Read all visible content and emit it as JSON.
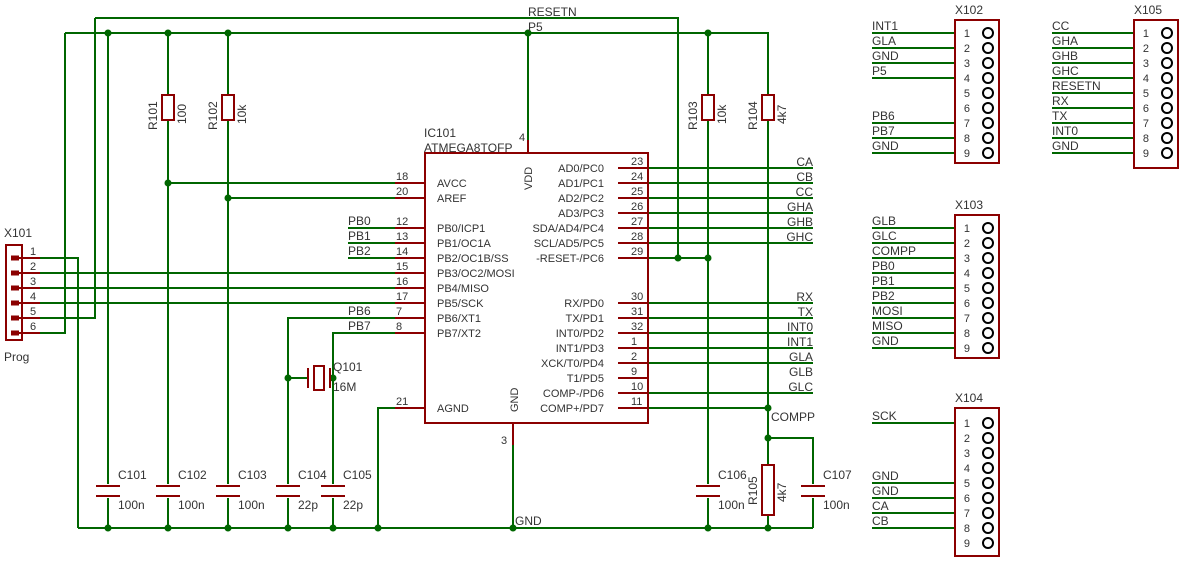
{
  "nets": {
    "resetn": "RESETN",
    "p5": "P5",
    "gnd": "GND",
    "compp": "COMPP",
    "ca": "CA",
    "cb": "CB",
    "cc": "CC",
    "gha": "GHA",
    "ghb": "GHB",
    "ghc": "GHC",
    "rx": "RX",
    "tx": "TX",
    "int0": "INT0",
    "int1": "INT1",
    "gla": "GLA",
    "glb": "GLB",
    "glc": "GLC",
    "pb0": "PB0",
    "pb1": "PB1",
    "pb2": "PB2",
    "pb6": "PB6",
    "pb7": "PB7"
  },
  "ic": {
    "name": "IC101",
    "value": "ATMEGA8TQFP",
    "vdd_num": "4",
    "vdd_label": "VDD",
    "gnd_num": "3",
    "gnd_label": "GND",
    "left_pins": [
      {
        "num": "18",
        "name": "AVCC"
      },
      {
        "num": "20",
        "name": "AREF"
      },
      {
        "num": "12",
        "name": "PB0/ICP1"
      },
      {
        "num": "13",
        "name": "PB1/OC1A"
      },
      {
        "num": "14",
        "name": "PB2/OC1B/SS"
      },
      {
        "num": "15",
        "name": "PB3/OC2/MOSI"
      },
      {
        "num": "16",
        "name": "PB4/MISO"
      },
      {
        "num": "17",
        "name": "PB5/SCK"
      },
      {
        "num": "7",
        "name": "PB6/XT1"
      },
      {
        "num": "8",
        "name": "PB7/XT2"
      },
      {
        "num": "21",
        "name": "AGND"
      }
    ],
    "right_pins": [
      {
        "num": "23",
        "name": "AD0/PC0"
      },
      {
        "num": "24",
        "name": "AD1/PC1"
      },
      {
        "num": "25",
        "name": "AD2/PC2"
      },
      {
        "num": "26",
        "name": "AD3/PC3"
      },
      {
        "num": "27",
        "name": "SDA/AD4/PC4"
      },
      {
        "num": "28",
        "name": "SCL/AD5/PC5"
      },
      {
        "num": "29",
        "name": "-RESET-/PC6"
      },
      {
        "num": "30",
        "name": "RX/PD0"
      },
      {
        "num": "31",
        "name": "TX/PD1"
      },
      {
        "num": "32",
        "name": "INT0/PD2"
      },
      {
        "num": "1",
        "name": "INT1/PD3"
      },
      {
        "num": "2",
        "name": "XCK/T0/PD4"
      },
      {
        "num": "9",
        "name": "T1/PD5"
      },
      {
        "num": "10",
        "name": "COMP-/PD6"
      },
      {
        "num": "11",
        "name": "COMP+/PD7"
      }
    ]
  },
  "resistors": [
    {
      "name": "R101",
      "value": "100"
    },
    {
      "name": "R102",
      "value": "10k"
    },
    {
      "name": "R103",
      "value": "10k"
    },
    {
      "name": "R104",
      "value": "4k7"
    },
    {
      "name": "R105",
      "value": "4k7"
    }
  ],
  "capacitors": [
    {
      "name": "C101",
      "value": "100n"
    },
    {
      "name": "C102",
      "value": "100n"
    },
    {
      "name": "C103",
      "value": "100n"
    },
    {
      "name": "C104",
      "value": "22p"
    },
    {
      "name": "C105",
      "value": "22p"
    },
    {
      "name": "C106",
      "value": "100n"
    },
    {
      "name": "C107",
      "value": "100n"
    }
  ],
  "crystal": {
    "name": "Q101",
    "value": "16M"
  },
  "prog_header": {
    "name": "X101",
    "caption": "Prog",
    "pins": [
      "1",
      "2",
      "3",
      "4",
      "5",
      "6"
    ]
  },
  "headers": [
    {
      "name": "X102",
      "pins": [
        "1",
        "2",
        "3",
        "4",
        "5",
        "6",
        "7",
        "8",
        "9"
      ],
      "labels": [
        "INT1",
        "GLA",
        "GND",
        "P5",
        "",
        "",
        "PB6",
        "PB7",
        "GND"
      ]
    },
    {
      "name": "X103",
      "pins": [
        "1",
        "2",
        "3",
        "4",
        "5",
        "6",
        "7",
        "8",
        "9"
      ],
      "labels": [
        "GLB",
        "GLC",
        "COMPP",
        "PB0",
        "PB1",
        "PB2",
        "MOSI",
        "MISO",
        "GND"
      ]
    },
    {
      "name": "X104",
      "pins": [
        "1",
        "2",
        "3",
        "4",
        "5",
        "6",
        "7",
        "8",
        "9"
      ],
      "labels": [
        "SCK",
        "",
        "",
        "",
        "GND",
        "GND",
        "CA",
        "CB",
        ""
      ]
    },
    {
      "name": "X105",
      "pins": [
        "1",
        "2",
        "3",
        "4",
        "5",
        "6",
        "7",
        "8",
        "9"
      ],
      "labels": [
        "CC",
        "GHA",
        "GHB",
        "GHC",
        "RESETN",
        "RX",
        "TX",
        "INT0",
        "GND"
      ]
    }
  ]
}
